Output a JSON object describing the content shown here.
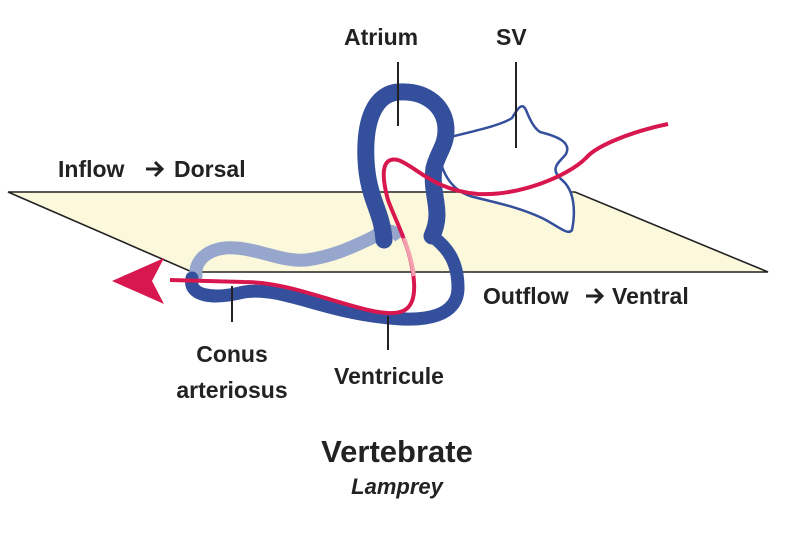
{
  "labels": {
    "atrium": "Atrium",
    "sv": "SV",
    "inflow": "Inflow",
    "dorsal": "Dorsal",
    "outflow": "Outflow",
    "ventral": "Ventral",
    "conus_line1": "Conus",
    "conus_line2": "arteriosus",
    "ventricule": "Ventricule"
  },
  "caption": {
    "title": "Vertebrate",
    "subtitle": "Lamprey"
  },
  "colors": {
    "plane_fill": "#fbf8dc",
    "heart_dark": "#34509c",
    "heart_light": "#97a6cc",
    "sv_outline": "#34509c",
    "blood_flow": "#d8174f",
    "text": "#222222"
  },
  "icons": {
    "inflow_arrow": "right-arrow-icon",
    "outflow_arrow": "right-arrow-icon"
  }
}
